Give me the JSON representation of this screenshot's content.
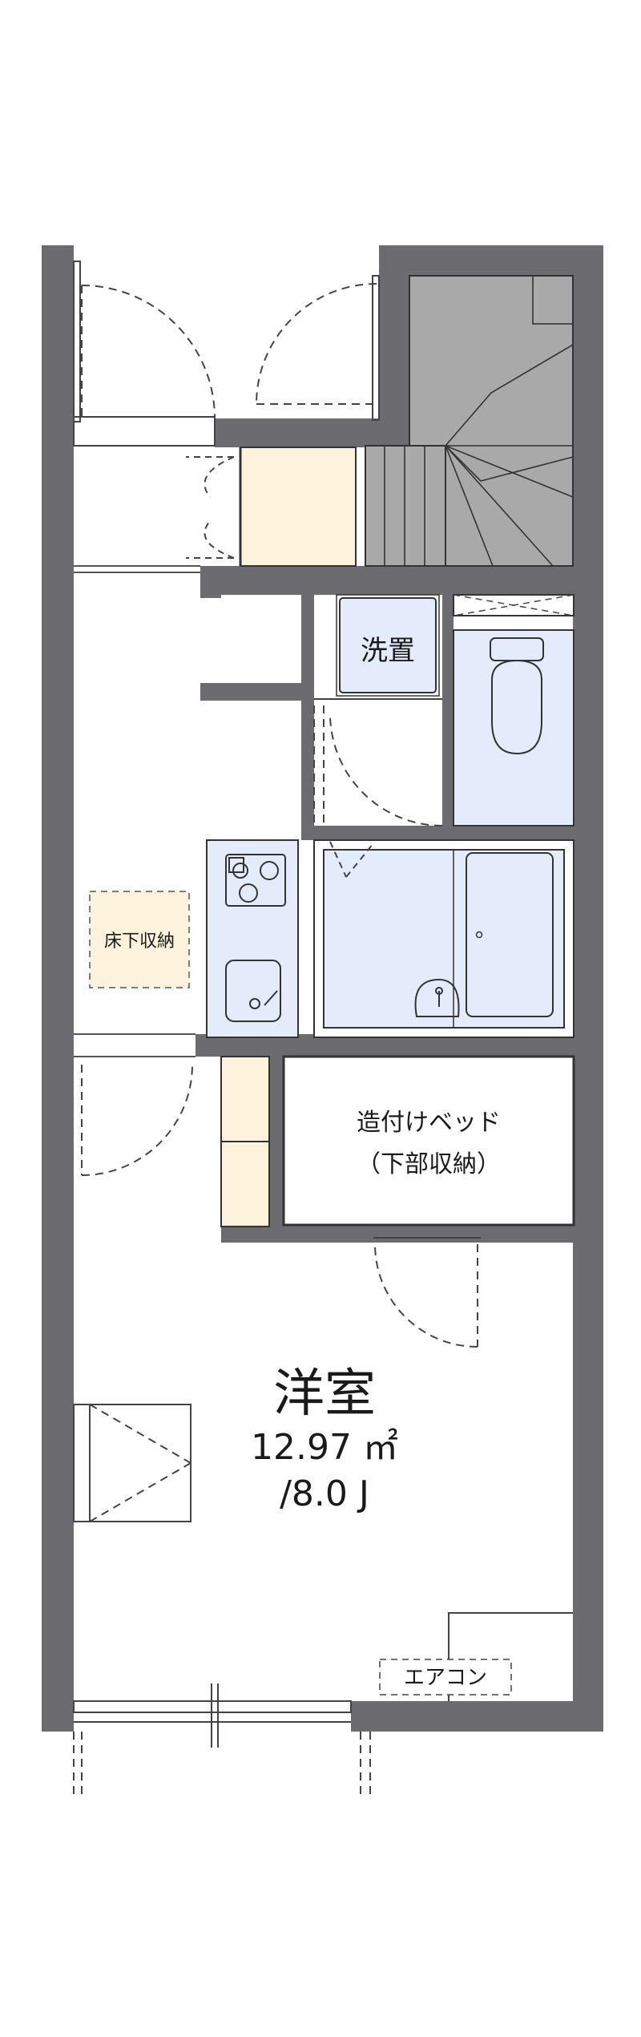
{
  "rooms": {
    "washroom_label": "洗置",
    "underfloor_storage_label": "床下収納",
    "built_in_bed_label": "造付けベッド",
    "built_in_bed_sublabel": "（下部収納）",
    "western_room_label": "洋室",
    "western_room_area": "12.97 ㎡",
    "western_room_jo": "/8.0 J",
    "aircon_label": "エアコン"
  },
  "colors": {
    "wall": "#6b6b70",
    "fixture_blue": "#e4ecfb",
    "storage_beige": "#fdf3dc",
    "stair_gray": "#a9a9a9",
    "line": "#444444"
  }
}
